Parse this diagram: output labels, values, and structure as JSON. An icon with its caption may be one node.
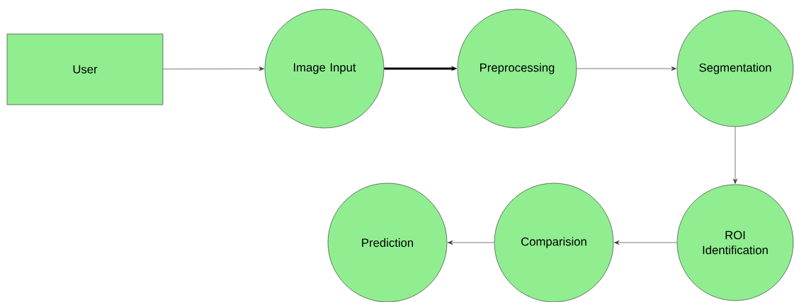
{
  "diagram": {
    "nodes": [
      {
        "text": [
          "User"
        ]
      },
      {
        "text": [
          "Image Input"
        ]
      },
      {
        "text": [
          "Preprocessing"
        ]
      },
      {
        "text": [
          "Segmentation"
        ]
      },
      {
        "text": [
          "ROI Identification"
        ]
      },
      {
        "text": [
          "Comparision"
        ]
      },
      {
        "text": [
          "Prediction"
        ]
      }
    ],
    "edges": [
      {
        "from": 0,
        "to": 1,
        "arrow": "to"
      },
      {
        "from": 1,
        "to": 2,
        "arrow": "to",
        "style": "thick",
        "color": "#000000"
      },
      {
        "from": 2,
        "to": 3,
        "arrow": "to"
      },
      {
        "from": 3,
        "to": 4,
        "arrow": "to"
      },
      {
        "from": 4,
        "to": 5,
        "arrow": "to"
      },
      {
        "from": 5,
        "to": 6,
        "arrow": "to"
      }
    ]
  }
}
